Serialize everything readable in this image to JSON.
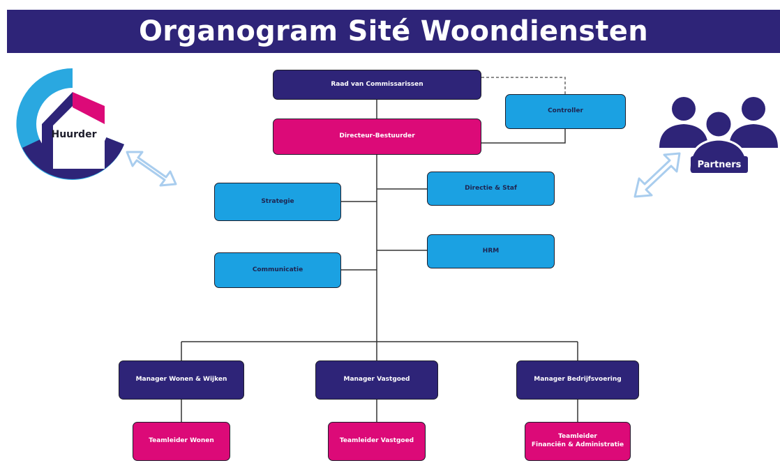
{
  "title": "Organogram Sité Woondiensten",
  "colors": {
    "navy": "#2e2478",
    "pink": "#dc0a78",
    "light_blue": "#1ba1e2",
    "cyan": "#2aa8e0",
    "arrow_blue": "#a9cdee"
  },
  "huurder": {
    "label": "Huurder",
    "icon": "house-logo-icon"
  },
  "partners": {
    "label": "Partners",
    "icon": "people-group-icon"
  },
  "nodes": {
    "raad": "Raad van Commissarissen",
    "controller": "Controller",
    "directeur": "Directeur-Bestuurder",
    "directie_staf": "Directie & Staf",
    "strategie": "Strategie",
    "hrm": "HRM",
    "communicatie": "Communicatie",
    "mgr_wonen": "Manager Wonen & Wijken",
    "mgr_vastgoed": "Manager Vastgoed",
    "mgr_bedrijf": "Manager Bedrijfsvoering",
    "tl_wonen": "Teamleider Wonen",
    "tl_vastgoed": "Teamleider Vastgoed",
    "tl_fin": "Teamleider\nFinanciën & Administratie"
  }
}
